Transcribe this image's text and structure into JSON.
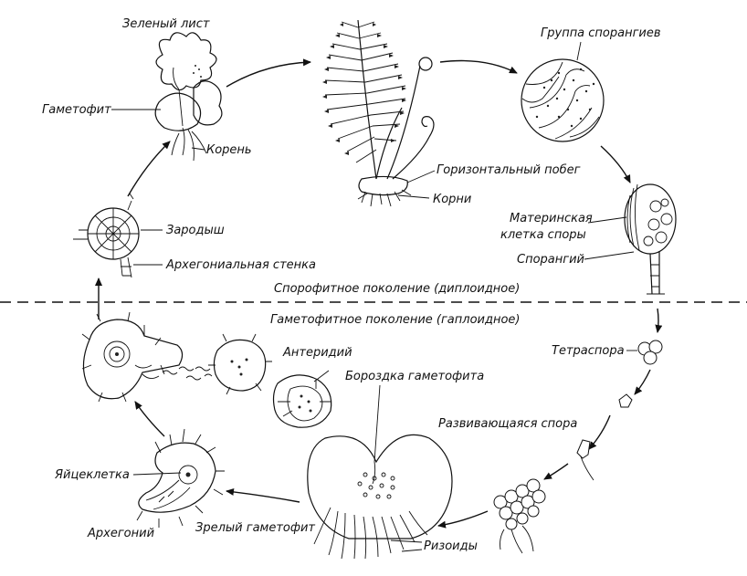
{
  "labels": {
    "green_leaf": "Зеленый лист",
    "gametophyte": "Гаметофит",
    "root": "Корень",
    "embryo": "Зародыш",
    "archegonial_wall": "Архегониальная стенка",
    "horizontal_shoot": "Горизонтальный побег",
    "roots": "Корни",
    "sporangia_group": "Группа спорангиев",
    "spore_mother_cell_1": "Материнская",
    "spore_mother_cell_2": "клетка споры",
    "sporangium": "Спорангий",
    "sporophyte_generation": "Спорофитное поколение (диплоидное)",
    "gametophyte_generation": "Гаметофитное поколение (гаплоидное)",
    "tetraspore": "Тетраспора",
    "developing_spore": "Развивающаяся спора",
    "antheridium": "Антеридий",
    "gametophyte_groove": "Бороздка гаметофита",
    "egg_cell": "Яйцеклетка",
    "archegonium": "Архегоний",
    "mature_gametophyte": "Зрелый гаметофит",
    "rhizoids": "Ризоиды"
  }
}
